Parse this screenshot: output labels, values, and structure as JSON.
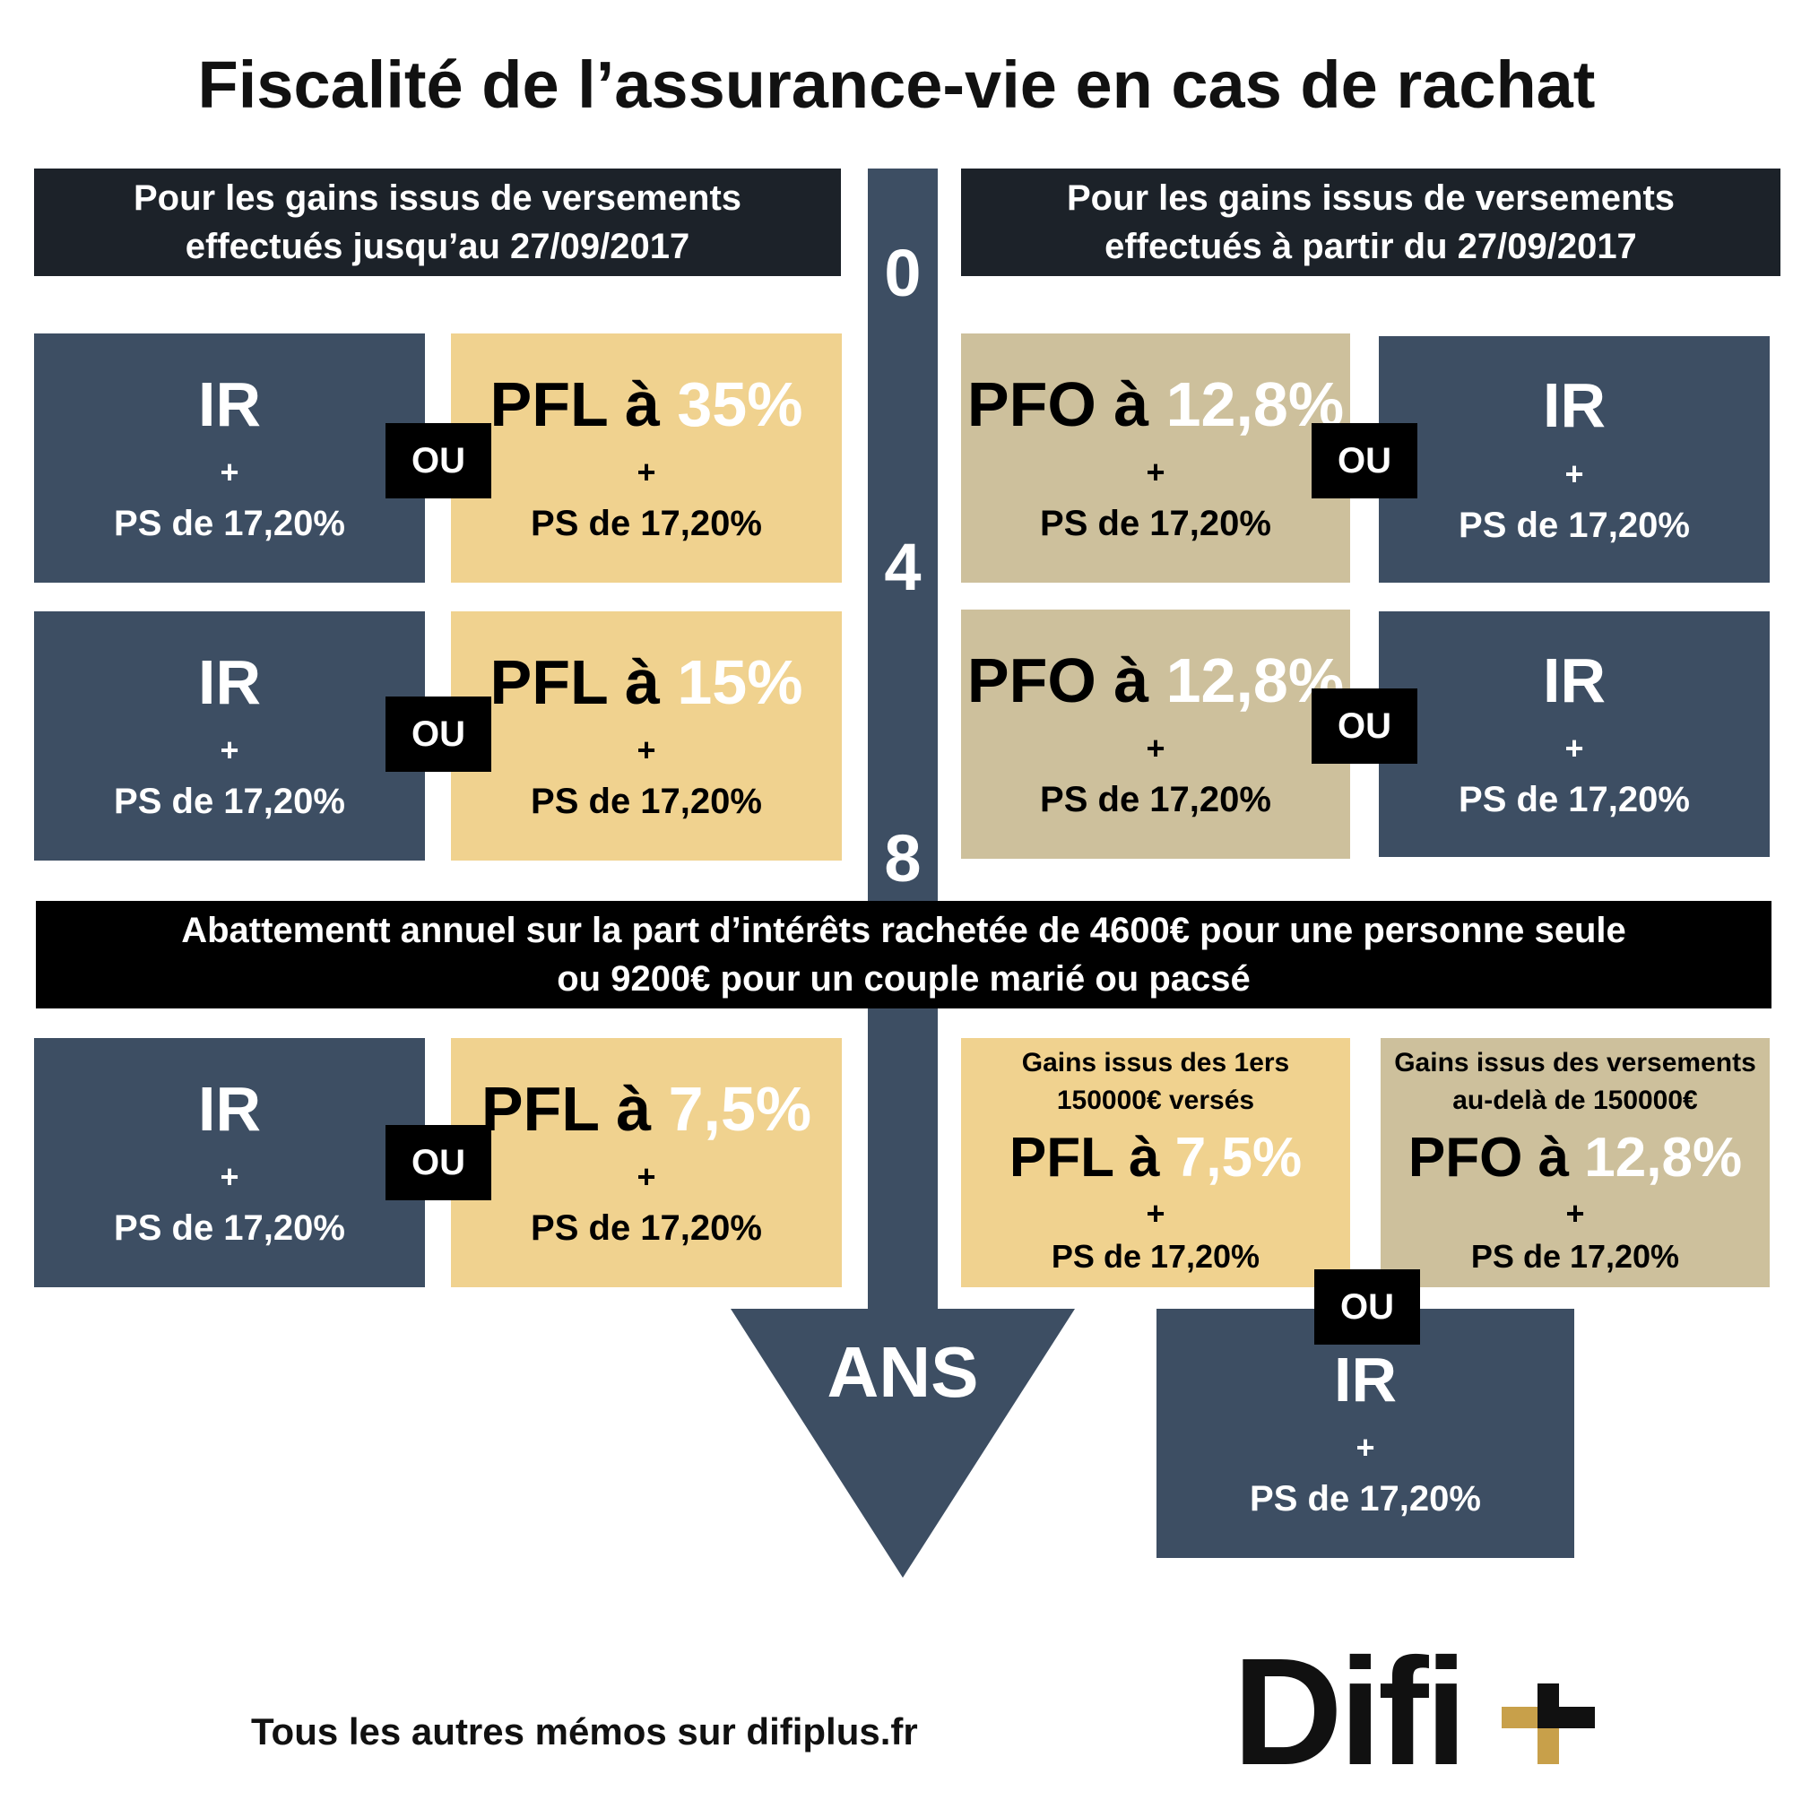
{
  "title": "Fiscalité de l’assurance-vie en cas de rachat",
  "headers": {
    "left": [
      "Pour les gains issus de versements",
      "effectués jusqu’au 27/09/2017"
    ],
    "right": [
      "Pour les gains issus de versements",
      "effectués à partir du 27/09/2017"
    ]
  },
  "timeline": {
    "start": "0",
    "mid": "4",
    "end": "8",
    "unit": "ANS"
  },
  "common": {
    "ir": "IR",
    "plus": "+",
    "ps": "PS de 17,20%",
    "ou": "OU"
  },
  "rows": {
    "row1": {
      "pfl_prefix": "PFL à ",
      "pfl_rate": "35%",
      "pfo_prefix": "PFO à ",
      "pfo_rate": "12,8%"
    },
    "row2": {
      "pfl_prefix": "PFL à ",
      "pfl_rate": "15%",
      "pfo_prefix": "PFO à ",
      "pfo_rate": "12,8%"
    },
    "row3": {
      "pfl_prefix": "PFL à ",
      "pfl_rate": "7,5%",
      "right_gold_caption": [
        "Gains issus des 1ers",
        "150000€ versés"
      ],
      "right_gold_prefix": "PFL à ",
      "right_gold_rate": "7,5%",
      "right_tan_caption": [
        "Gains issus des versements",
        "au-delà de 150000€"
      ],
      "right_tan_prefix": "PFO à ",
      "right_tan_rate": "12,8%"
    }
  },
  "abatement": [
    "Abattementt annuel sur la part d’intérêts rachetée de 4600€ pour une personne seule",
    "ou 9200€ pour un couple marié ou pacsé"
  ],
  "footer": "Tous les autres mémos sur difiplus.fr",
  "logo": {
    "text": "Difi",
    "mark": "plus-mark"
  },
  "colors": {
    "navy": "#3d4e63",
    "gold": "#f0d28f",
    "tan": "#cdc09c",
    "header": "#1c2229",
    "black": "#000000",
    "logo_gold": "#c8a04a"
  }
}
